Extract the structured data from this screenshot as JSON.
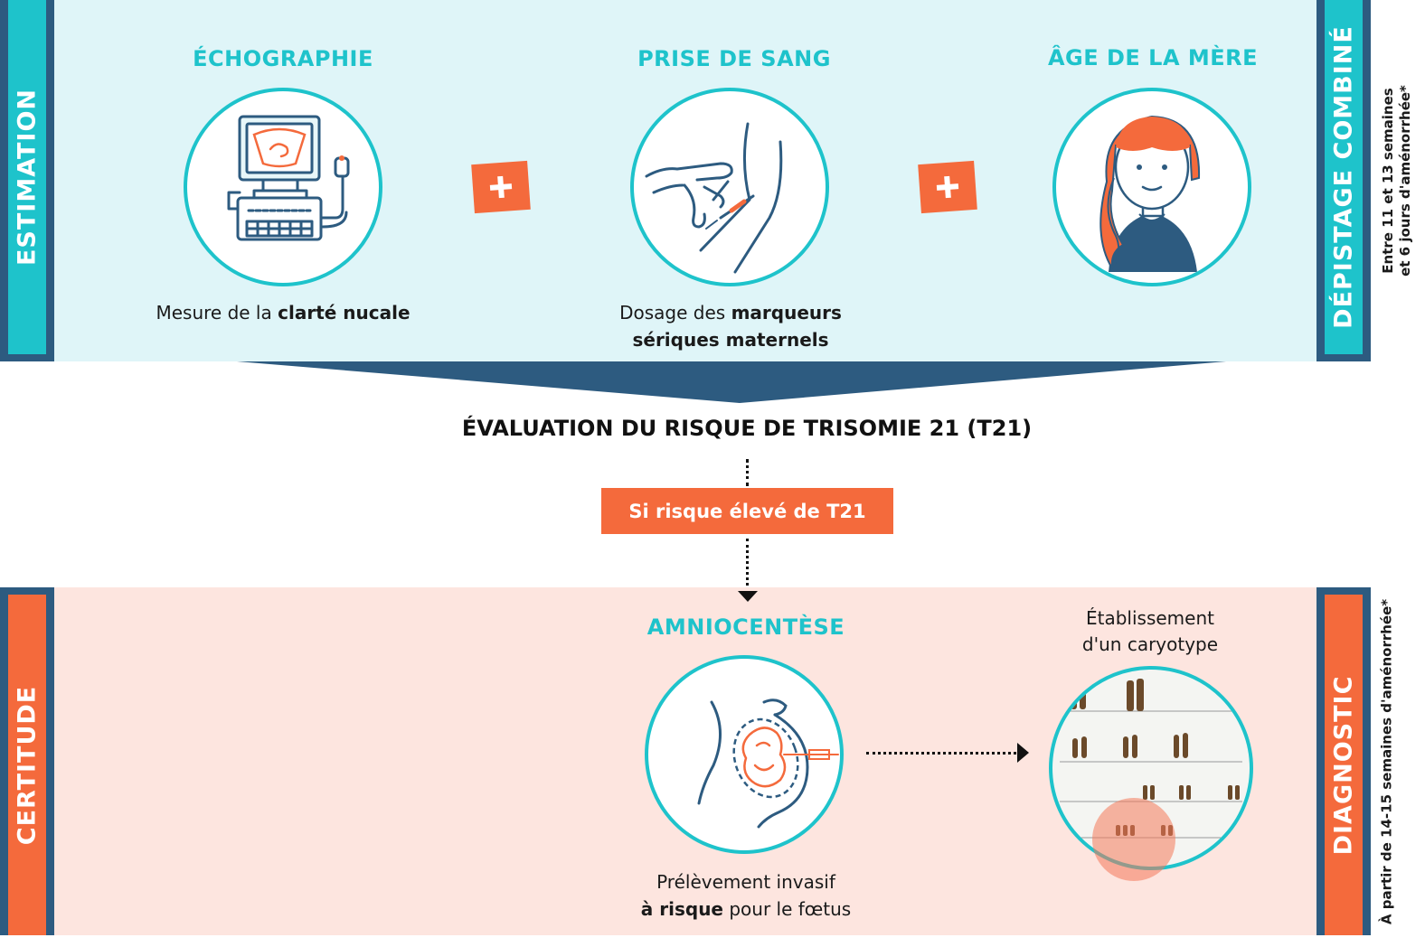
{
  "top": {
    "left_label": "ESTIMATION",
    "right_label": "DÉPISTAGE COMBINÉ",
    "side_note_line1": "Entre 11 et 13 semaines",
    "side_note_line2": "et 6 jours  d'aménorrhée*",
    "columns": [
      {
        "title": "ÉCHOGRAPHIE",
        "caption_plain": "Mesure de la ",
        "caption_bold": "clarté nucale",
        "icon": "ultrasound-machine-icon"
      },
      {
        "title": "PRISE DE SANG",
        "caption_plain": "Dosage des ",
        "caption_bold": "marqueurs",
        "caption_line2": "sériques maternels",
        "icon": "blood-draw-icon"
      },
      {
        "title": "ÂGE DE LA MÈRE",
        "icon": "mother-portrait-icon"
      }
    ]
  },
  "middle": {
    "evaluation_title": "ÉVALUATION DU RISQUE DE TRISOMIE 21 (T21)",
    "risk_condition": "Si risque élevé de T21"
  },
  "bottom": {
    "left_label": "CERTITUDE",
    "right_label": "DIAGNOSTIC",
    "side_note": "À partir de 14-15 semaines d'aménorrhée*",
    "amnio_title": "AMNIOCENTÈSE",
    "amnio_caption_line1": "Prélèvement invasif",
    "amnio_caption_bold": "à risque",
    "amnio_caption_rest": " pour le fœtus",
    "karyotype_line1": "Établissement",
    "karyotype_line2": "d'un caryotype"
  },
  "colors": {
    "teal": "#1ec3cb",
    "navy": "#2d5b80",
    "orange": "#f46a3c",
    "light_blue_bg": "#dff5f8",
    "light_pink_bg": "#fde5df"
  }
}
